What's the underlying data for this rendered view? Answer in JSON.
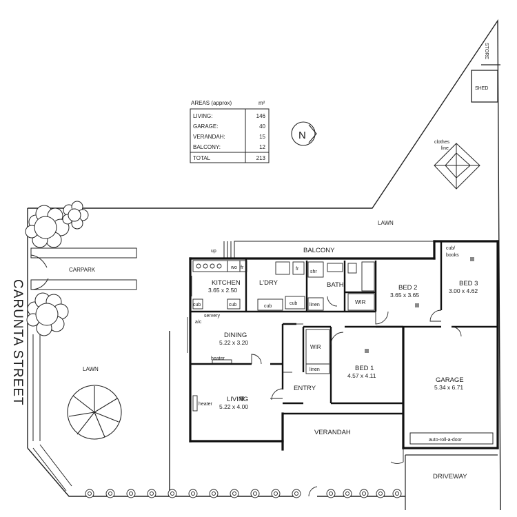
{
  "areas_table": {
    "header_label": "AREAS (approx)",
    "header_unit": "m²",
    "rows": [
      {
        "label": "LIVING:",
        "value": "146"
      },
      {
        "label": "GARAGE:",
        "value": "40"
      },
      {
        "label": "VERANDAH:",
        "value": "15"
      },
      {
        "label": "BALCONY:",
        "value": "12"
      }
    ],
    "total": {
      "label": "TOTAL",
      "value": "213"
    }
  },
  "compass": {
    "letter": "N"
  },
  "street": {
    "name": "CARUNTA STREET"
  },
  "site": {
    "store": "STORE",
    "shed": "SHED",
    "clothes_line_1": "clothes",
    "clothes_line_2": "line",
    "lawn_top": "LAWN",
    "lawn_left": "LAWN",
    "carpark": "CARPARK",
    "driveway": "DRIVEWAY",
    "up": "up"
  },
  "rooms": {
    "balcony": {
      "name": "BALCONY"
    },
    "kitchen": {
      "name": "KITCHEN",
      "dims": "3.65 x 2.50"
    },
    "laundry": {
      "name": "L'DRY"
    },
    "bath": {
      "name": "BATH"
    },
    "bed2": {
      "name": "BED 2",
      "dims": "3.65 x 3.65"
    },
    "bed3": {
      "name": "BED 3",
      "dims": "3.00 x 4.62"
    },
    "dining": {
      "name": "DINING",
      "dims": "5.22 x 3.20"
    },
    "bed1": {
      "name": "BED 1",
      "dims": "4.57 x 4.11"
    },
    "living": {
      "name": "LIVING",
      "dims": "5.22 x 4.00"
    },
    "entry": {
      "name": "ENTRY"
    },
    "garage": {
      "name": "GARAGE",
      "dims": "5.34 x 6.71"
    },
    "verandah": {
      "name": "VERANDAH"
    }
  },
  "fixtures": {
    "wo": "wo",
    "fr_kitchen": "fr",
    "fr_laundry": "fr",
    "shr": "shr",
    "cub_kitchen_left": "cub",
    "cub_kitchen_right": "cub",
    "cub_laundry_1": "cub",
    "cub_laundry_2": "cub",
    "linen_bath": "linen",
    "wir_bath": "WIR",
    "cub_books_1": "cub/",
    "cub_books_2": "books",
    "servery": "servery",
    "ac": "a/c",
    "heater_dining": "heater",
    "heater_living": "heater",
    "wir_bed1": "WIR",
    "linen_bed1": "linen",
    "garage_door": "auto-roll-a-door"
  }
}
